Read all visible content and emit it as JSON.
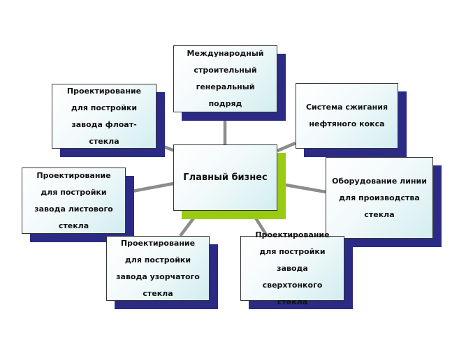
{
  "center": {
    "label": "Главный бизнес"
  },
  "nodes": {
    "top": "Международный строительный генеральный подряд",
    "top_left": "Проектирование для постройки завода флоат-стекла",
    "top_right": "Система сжигания нефтяного кокса",
    "left": "Проектирование для постройки завода листового стекла",
    "right": "Оборудование линии для производства стекла",
    "bottom_left": "Проектирование для постройки завода узорчатого стекла",
    "bottom_right": "Проектирование для постройки завода сверхтонкого стекла"
  },
  "colors": {
    "shadow": "#2b2b86",
    "center_shadow": "#99cc11",
    "connector": "#8c8c8c",
    "box_fill_light": "#ffffff",
    "box_fill_tint": "#d3edf0"
  }
}
